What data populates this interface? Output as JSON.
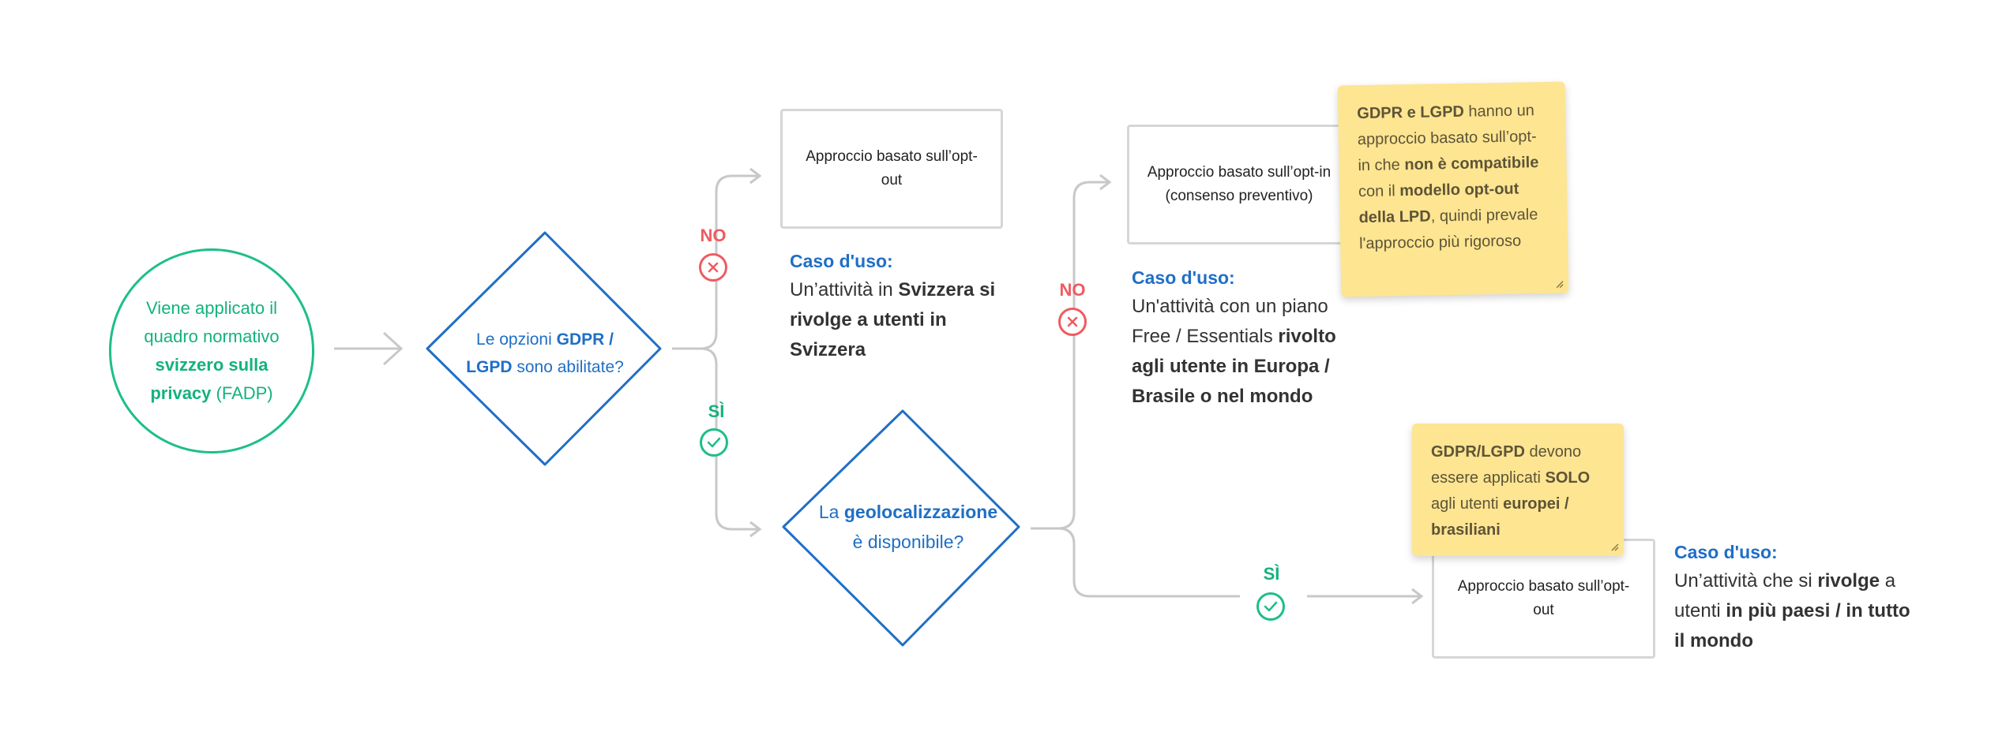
{
  "colors": {
    "green": "#1dbf86",
    "blue": "#1f6fc6",
    "red": "#ee5b60",
    "connector": "#c8c8c8",
    "note_yellow": "#fde592",
    "box_border": "#d6d6d6"
  },
  "start": {
    "parts": [
      {
        "text": "Viene applicato il quadro normativo ",
        "bold": false
      },
      {
        "text": "svizzero sulla privacy",
        "bold": true
      },
      {
        "text": " (FADP)",
        "bold": false
      }
    ]
  },
  "decision_gdpr": {
    "parts": [
      {
        "text": "Le opzioni ",
        "bold": false
      },
      {
        "text": "GDPR / LGPD",
        "bold": true
      },
      {
        "text": " sono abilitate?",
        "bold": false
      }
    ]
  },
  "decision_geo": {
    "parts": [
      {
        "text": "La ",
        "bold": false
      },
      {
        "text": "geolocalizzazione",
        "bold": true
      },
      {
        "text": " è disponibile?",
        "bold": false
      }
    ]
  },
  "outcomes": {
    "optout_1": "Approccio basato sull’opt-out",
    "optin": "Approccio basato sull’opt-in (consenso preventivo)",
    "optout_2": "Approccio basato sull’opt-out"
  },
  "branch_labels": {
    "no_1": "NO",
    "si_1": "SÌ",
    "no_2": "NO",
    "si_2": "SÌ"
  },
  "use_cases": {
    "switzerland": {
      "title": "Caso d'uso:",
      "parts": [
        {
          "text": "Un’attività in ",
          "bold": false
        },
        {
          "text": "Svizzera si rivolge a utenti in Svizzera",
          "bold": true
        }
      ]
    },
    "free_plan": {
      "title": "Caso d'uso:",
      "parts": [
        {
          "text": "Un'attività con un piano Free / Essentials ",
          "bold": false
        },
        {
          "text": "rivolto agli utente in Europa / Brasile o nel mondo",
          "bold": true
        }
      ]
    },
    "multi_country": {
      "title": "Caso d'uso:",
      "parts": [
        {
          "text": "Un’attività che si ",
          "bold": false
        },
        {
          "text": "rivolge",
          "bold": true
        },
        {
          "text": " a utenti ",
          "bold": false
        },
        {
          "text": "in più paesi / in tutto il mondo",
          "bold": true
        }
      ]
    }
  },
  "notes": {
    "gdpr_lgpd": {
      "parts": [
        {
          "text": "GDPR e LGPD",
          "bold": true
        },
        {
          "text": " hanno un approccio basato sull’opt-in che ",
          "bold": false
        },
        {
          "text": "non è compatibile",
          "bold": true
        },
        {
          "text": " con il ",
          "bold": false
        },
        {
          "text": "modello opt-out della LPD",
          "bold": true
        },
        {
          "text": ", quindi prevale l'approccio più rigoroso",
          "bold": false
        }
      ]
    },
    "only_eu_br": {
      "parts": [
        {
          "text": "GDPR/LGPD",
          "bold": true
        },
        {
          "text": " devono essere applicati ",
          "bold": false
        },
        {
          "text": "SOLO",
          "bold": true
        },
        {
          "text": " agli utenti ",
          "bold": false
        },
        {
          "text": "europei / brasiliani",
          "bold": true
        }
      ]
    }
  },
  "icons": {
    "no": "x-circle-icon",
    "si": "check-circle-icon",
    "note_grip": "resize-grip-icon"
  }
}
